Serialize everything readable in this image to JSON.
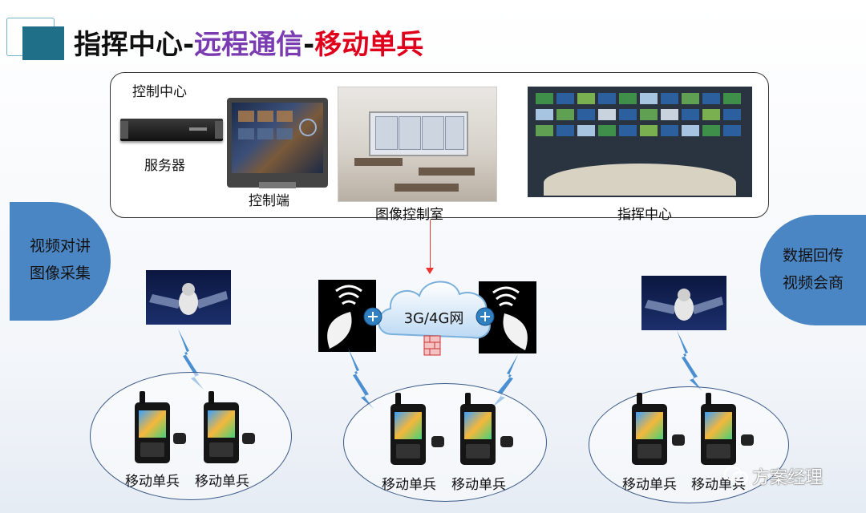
{
  "title": {
    "part1": "指挥中心-",
    "part2": "远程通信",
    "part3": "-",
    "part4": "移动单兵",
    "colors": {
      "part1": "#111111",
      "part2": "#7b3cb2",
      "part4": "#e0001b"
    }
  },
  "control_center": {
    "heading": "控制中心",
    "server_label": "服务器",
    "client_label": "控制端",
    "room_label": "图像控制室",
    "command_label": "指挥中心"
  },
  "side_left": {
    "line1": "视频对讲",
    "line2": "图像采集"
  },
  "side_right": {
    "line1": "数据回传",
    "line2": "视频会商"
  },
  "network": {
    "label": "3G/4G网"
  },
  "groups": [
    {
      "labels": [
        "移动单兵",
        "移动单兵"
      ]
    },
    {
      "labels": [
        "移动单兵",
        "移动单兵"
      ]
    },
    {
      "labels": [
        "移动单兵",
        "移动单兵"
      ]
    }
  ],
  "watermark": "方案经理",
  "icons": [
    "server-icon",
    "monitor-icon",
    "cloud-icon",
    "satellite-icon",
    "dish-antenna-icon",
    "router-icon",
    "firewall-icon",
    "lightning-link-icon",
    "radio-terminal-icon",
    "wechat-icon"
  ],
  "accent_color": "#4b86c4"
}
